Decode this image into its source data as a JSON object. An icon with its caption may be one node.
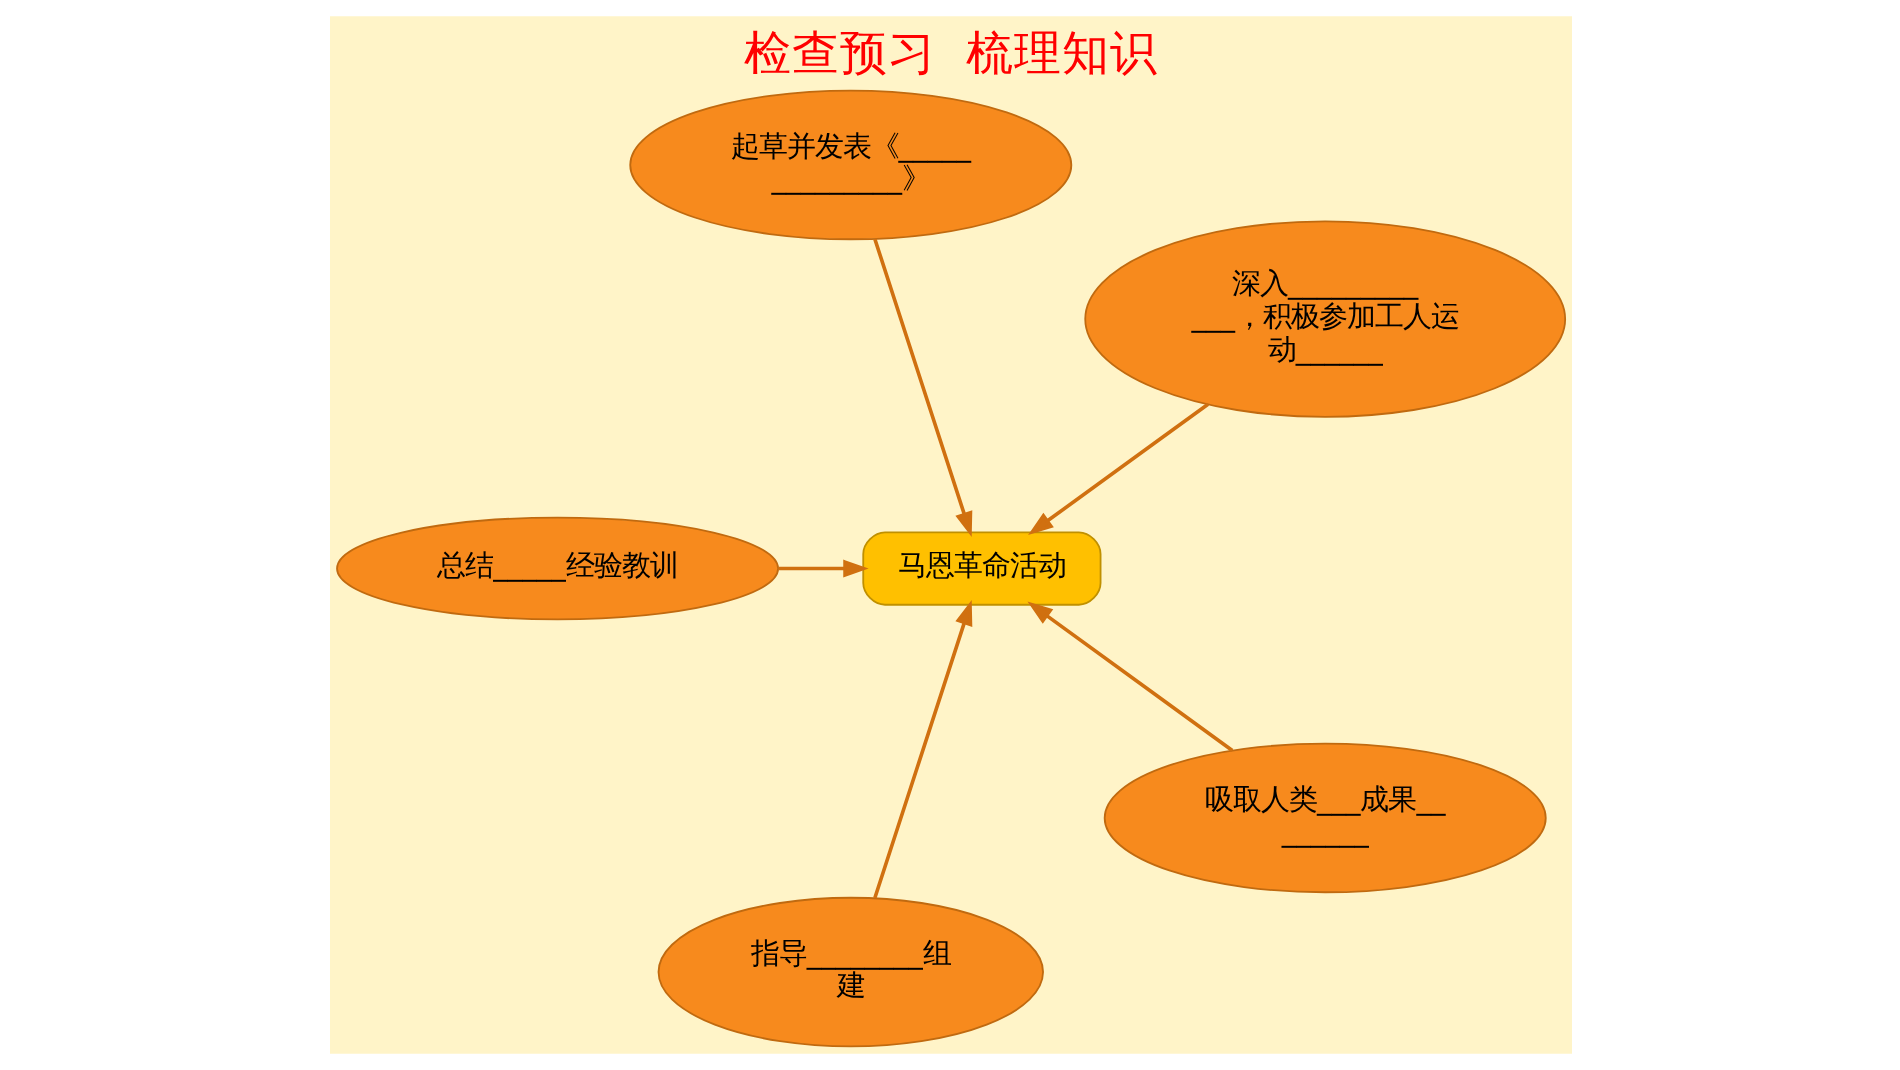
{
  "diagram": {
    "title": "检查预习  梳理知识",
    "nodes": [
      {
        "text": [
          "马恩革命活动"
        ]
      },
      {
        "text": [
          "深入____________，积极参加工人运动______"
        ]
      },
      {
        "text": [
          "起草并发表《______________》"
        ]
      },
      {
        "text": [
          "总结_____经验教训"
        ]
      },
      {
        "text": [
          "指导________组建"
        ]
      },
      {
        "text": [
          "吸取人类___成果________"
        ]
      }
    ],
    "edges": [
      {
        "from": 1,
        "to": 0,
        "arrow": "to"
      },
      {
        "from": 2,
        "to": 0,
        "arrow": "to"
      },
      {
        "from": 3,
        "to": 0,
        "arrow": "to"
      },
      {
        "from": 4,
        "to": 0,
        "arrow": "to"
      },
      {
        "from": 5,
        "to": 0,
        "arrow": "to"
      }
    ]
  }
}
